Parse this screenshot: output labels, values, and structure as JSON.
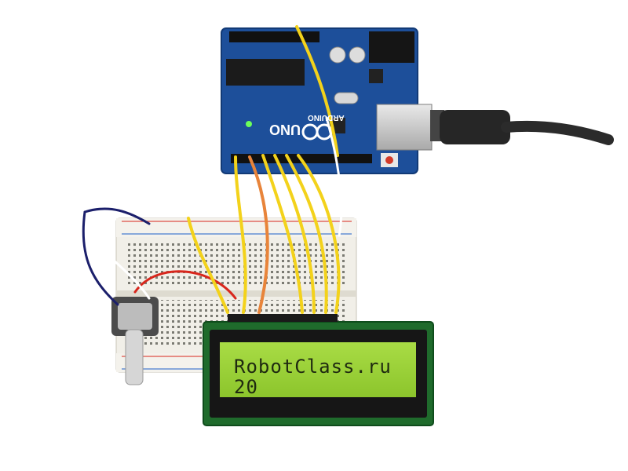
{
  "lcd": {
    "line1": "RobotClass.ru",
    "line2": "20"
  },
  "arduino": {
    "model_label": "UNO",
    "brand_label": "ARDUINO"
  },
  "colors": {
    "arduino_board": "#1d4f9a",
    "lcd_pcb": "#1f6b2c",
    "lcd_screen": "#9fd23a",
    "breadboard": "#f1efe8",
    "wire_yellow": "#f3d21b",
    "wire_orange": "#e8843a",
    "wire_red": "#d8261c",
    "wire_navy": "#1b1f6b",
    "usb_cable": "#2b2b2b"
  },
  "icons": [
    "arduino-logo-icon"
  ]
}
